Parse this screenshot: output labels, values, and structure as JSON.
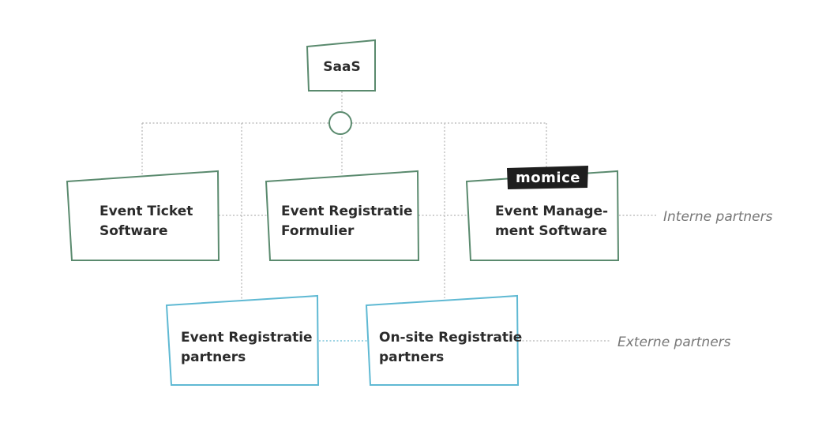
{
  "top": {
    "label": "SaaS"
  },
  "internal": {
    "ticket": {
      "line1": "Event Ticket",
      "line2": "Software"
    },
    "form": {
      "line1": "Event Registratie",
      "line2": "Formulier"
    },
    "management": {
      "line1": "Event Manage-",
      "line2": "ment Software",
      "logo_text": "momice"
    }
  },
  "external": {
    "registration": {
      "line1": "Event Registratie",
      "line2": "partners"
    },
    "onsite": {
      "line1": "On-site Registratie",
      "line2": "partners"
    }
  },
  "legend": {
    "internal": "Interne partners",
    "external": "Externe partners"
  },
  "colors": {
    "internal_border": "#5a8a6e",
    "external_border": "#5fb9d3",
    "connector": "#b5b5b5",
    "logo_bg": "#1e1e1e"
  }
}
